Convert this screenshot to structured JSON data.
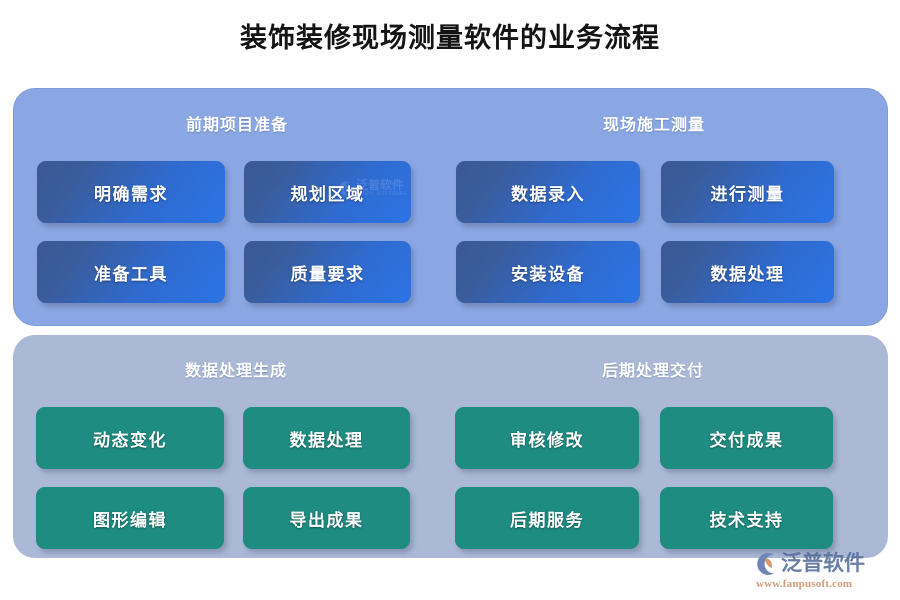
{
  "title": "装饰装修现场测量软件的业务流程",
  "colors": {
    "panel_blue": "#8AA7E3",
    "panel_grey": "#ABB9D6",
    "node_blue_from": "#3A5894",
    "node_blue_to": "#2C73E6",
    "node_green": "#1E8C81",
    "title_text": "#141414",
    "node_text": "#FFFFFF",
    "brand_text": "#5A6F9B",
    "brand_url": "#C98A64"
  },
  "panels": [
    {
      "id": "panel-upper",
      "style": "blue",
      "sections": [
        {
          "id": "section-preparation",
          "header": "前期项目准备",
          "nodes": [
            {
              "label": "明确需求",
              "row": 1,
              "col": 1
            },
            {
              "label": "规划区域",
              "row": 1,
              "col": 2
            },
            {
              "label": "准备工具",
              "row": 2,
              "col": 1
            },
            {
              "label": "质量要求",
              "row": 2,
              "col": 2
            }
          ]
        },
        {
          "id": "section-onsite",
          "header": "现场施工测量",
          "nodes": [
            {
              "label": "数据录入",
              "row": 1,
              "col": 3
            },
            {
              "label": "进行测量",
              "row": 1,
              "col": 4
            },
            {
              "label": "安装设备",
              "row": 2,
              "col": 3
            },
            {
              "label": "数据处理",
              "row": 2,
              "col": 4
            }
          ]
        }
      ]
    },
    {
      "id": "panel-lower",
      "style": "grey",
      "sections": [
        {
          "id": "section-dataoutput",
          "header": "数据处理生成",
          "nodes": [
            {
              "label": "动态变化",
              "row": 1,
              "col": 1
            },
            {
              "label": "数据处理",
              "row": 1,
              "col": 2
            },
            {
              "label": "图形编辑",
              "row": 2,
              "col": 1
            },
            {
              "label": "导出成果",
              "row": 2,
              "col": 2
            }
          ]
        },
        {
          "id": "section-delivery",
          "header": "后期处理交付",
          "nodes": [
            {
              "label": "审核修改",
              "row": 1,
              "col": 3
            },
            {
              "label": "交付成果",
              "row": 1,
              "col": 4
            },
            {
              "label": "后期服务",
              "row": 2,
              "col": 3
            },
            {
              "label": "技术支持",
              "row": 2,
              "col": 4
            }
          ]
        }
      ]
    }
  ],
  "watermark": {
    "text": "泛普软件",
    "subtext": "FANPU SOFTWARE"
  },
  "brand": {
    "name": "泛普软件",
    "url": "www.fanpusoft.com",
    "mark": "fanpu-logo-icon"
  }
}
